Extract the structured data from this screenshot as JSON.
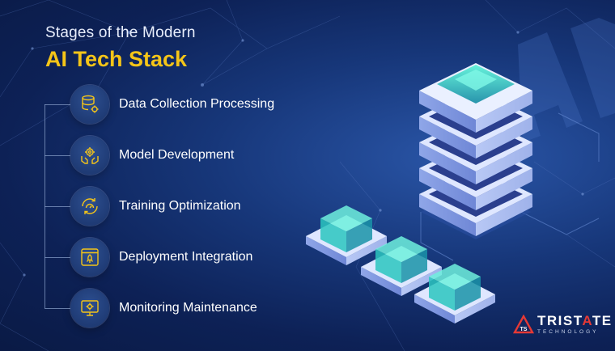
{
  "heading": {
    "line1": "Stages of the Modern",
    "line2": "AI Tech Stack"
  },
  "stages": [
    {
      "label": "Data Collection Processing",
      "icon": "database-gear-icon"
    },
    {
      "label": "Model Development",
      "icon": "hands-gear-icon"
    },
    {
      "label": "Training Optimization",
      "icon": "speed-gauge-cycle-icon"
    },
    {
      "label": "Deployment Integration",
      "icon": "rocket-window-icon"
    },
    {
      "label": "Monitoring Maintenance",
      "icon": "monitor-gear-icon"
    }
  ],
  "logo": {
    "name_white_1": "TRI",
    "name_white_2": "ST",
    "name_red": "A",
    "name_white_3": "TE",
    "subtitle": "TECHNOLOGY",
    "badge": "TS"
  },
  "colors": {
    "accent_yellow": "#f5c518",
    "logo_red": "#e53935",
    "background": "#17377a",
    "icon_gold": "#f5c518"
  }
}
